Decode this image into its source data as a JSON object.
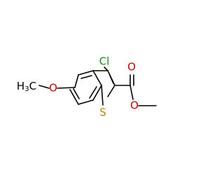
{
  "molecule": {
    "atoms": {
      "chlorine": {
        "symbol": "Cl",
        "color": "#1a8c1a"
      },
      "sulfur": {
        "symbol": "S",
        "color": "#b8860b"
      },
      "carbonyl_oxygen": {
        "symbol": "O",
        "color": "#cc0000"
      },
      "ester_oxygen": {
        "symbol": "O",
        "color": "#cc0000"
      },
      "methoxy_oxygen": {
        "symbol": "O",
        "color": "#cc0000"
      },
      "methoxy_methyl": {
        "symbol": "H",
        "subscript": "3",
        "symbol_suffix": "C",
        "color": "#000000"
      }
    },
    "bond_color": "#000000"
  }
}
